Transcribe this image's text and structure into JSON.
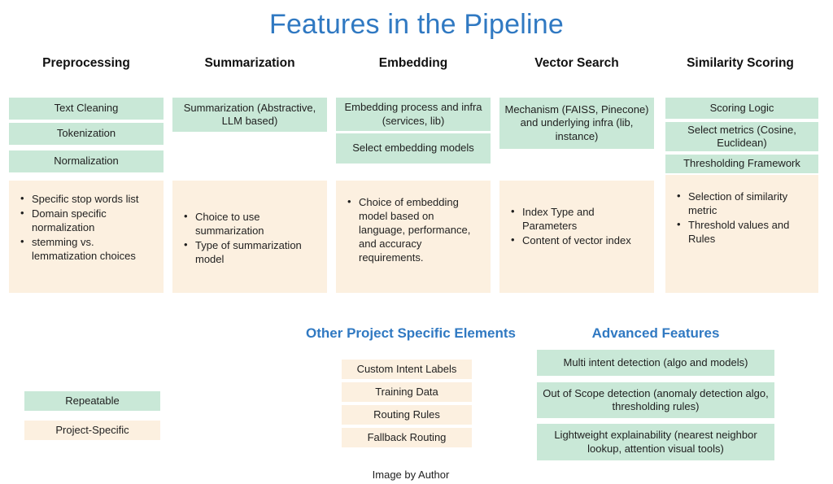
{
  "title": "Features in the Pipeline",
  "caption": "Image by Author",
  "colors": {
    "title_blue": "#3079c2",
    "repeatable_green": "#c9e8d7",
    "project_specific_peach": "#fcf0e0",
    "text": "#1f1f1f"
  },
  "columns": [
    {
      "header": "Preprocessing",
      "green_boxes": [
        "Text Cleaning",
        "Tokenization",
        "Normalization"
      ],
      "bullets": [
        "Specific stop words list",
        "Domain specific normalization",
        "stemming vs. lemmatization choices"
      ]
    },
    {
      "header": "Summarization",
      "green_boxes": [
        "Summarization (Abstractive, LLM based)"
      ],
      "bullets": [
        "Choice to use summarization",
        "Type of summarization model"
      ]
    },
    {
      "header": "Embedding",
      "green_boxes": [
        "Embedding process and infra (services, lib)",
        "Select embedding models"
      ],
      "bullets": [
        "Choice of embedding model based on language, performance, and accuracy requirements."
      ]
    },
    {
      "header": "Vector Search",
      "green_boxes": [
        "Mechanism (FAISS, Pinecone) and underlying infra (lib, instance)"
      ],
      "bullets": [
        "Index Type and Parameters",
        "Content of vector index"
      ]
    },
    {
      "header": "Similarity Scoring",
      "green_boxes": [
        "Scoring Logic",
        "Select metrics (Cosine, Euclidean)",
        "Thresholding Framework"
      ],
      "bullets": [
        "Selection of similarity metric",
        "Threshold values and Rules"
      ]
    }
  ],
  "legend": {
    "repeatable_label": "Repeatable",
    "project_specific_label": "Project-Specific"
  },
  "other_project_specific": {
    "heading": "Other Project Specific Elements",
    "items": [
      "Custom Intent Labels",
      "Training Data",
      "Routing Rules",
      "Fallback Routing"
    ]
  },
  "advanced_features": {
    "heading": "Advanced Features",
    "items": [
      "Multi intent detection (algo and models)",
      "Out of Scope detection (anomaly detection algo, thresholding rules)",
      "Lightweight explainability (nearest neighbor lookup, attention visual tools)"
    ]
  }
}
